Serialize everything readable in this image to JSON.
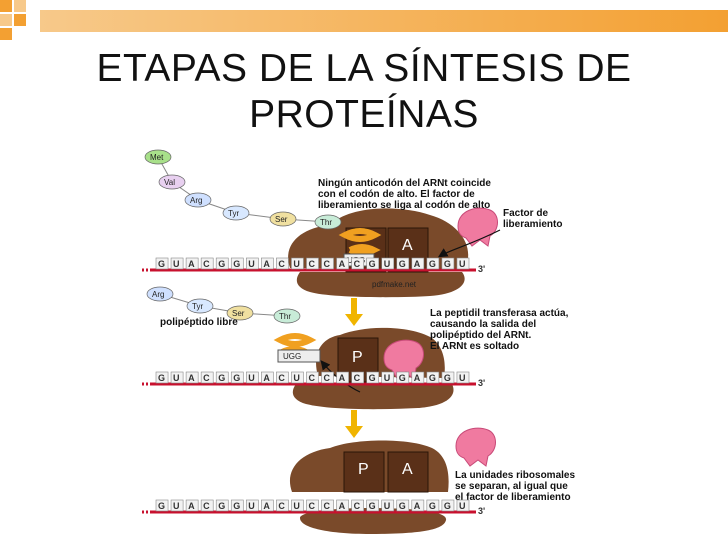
{
  "title": {
    "line1": "ETAPAS DE LA SÍNTESIS DE",
    "line2": "PROTEÍNAS"
  },
  "colors": {
    "mrna_line": "#c8102e",
    "ribosome": "#7a4a2a",
    "release_factor": "#f07aa0",
    "arrow": "#f0b400"
  },
  "stage1": {
    "chain": [
      "Met",
      "Val",
      "Arg",
      "Tyr",
      "Ser",
      "Thr"
    ],
    "text_lines": [
      "Ningún anticodón del ARNt coincide",
      "con el codón de alto. El factor de",
      "liberamiento se liga al codón de alto"
    ],
    "factor_label_lines": [
      "Factor de",
      "liberamiento"
    ],
    "site_a": "A",
    "codons": "UGG",
    "watermark": "pdfmake.net",
    "mrna": "GUACGGUACUCCACGUGAGGU",
    "mrna_end": "3'"
  },
  "stage2": {
    "chain": [
      "Arg",
      "Tyr",
      "Ser",
      "Thr"
    ],
    "free_label": "polipéptido libre",
    "text_lines": [
      "La peptidil transferasa actúa,",
      "causando la salida del",
      "polipéptido del ARNt.",
      "El ARNt es soltado"
    ],
    "site_p": "P",
    "codons": "UGG",
    "mrna": "GUACGGUACUCCACGUGAGGU",
    "mrna_end": "3'"
  },
  "stage3": {
    "text_lines": [
      "La unidades ribosomales",
      "se separan, al igual que",
      "el factor de liberamiento"
    ],
    "site_p": "P",
    "site_a": "A",
    "mrna": "GUACGGUACUCCACGUGAGGU",
    "mrna_end": "3'"
  }
}
